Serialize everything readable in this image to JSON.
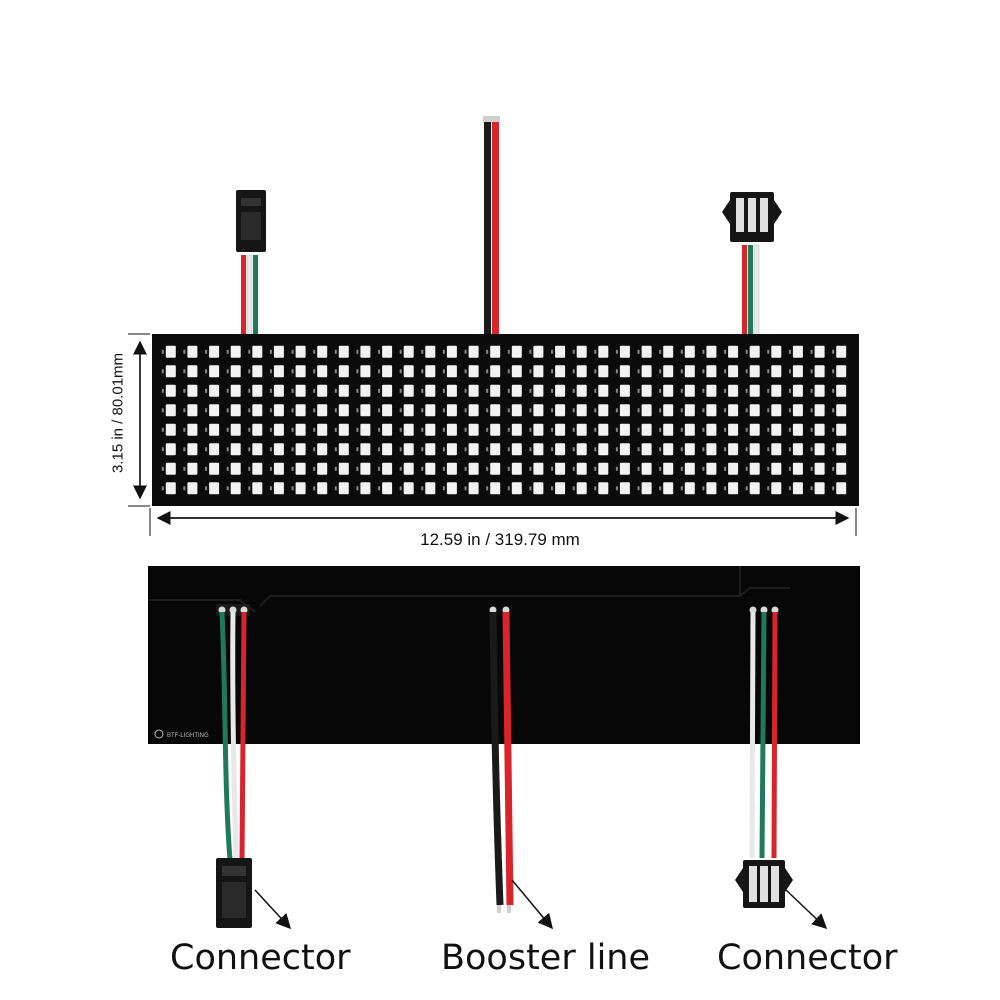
{
  "dimensions": {
    "width_label": "12.59 in / 319.79 mm",
    "height_label": "3.15 in / 80.01mm"
  },
  "matrix": {
    "columns": 32,
    "rows": 8
  },
  "back_panel": {
    "brand": "BTF-LIGHTING"
  },
  "labels": {
    "left": "Connector",
    "middle": "Booster line",
    "right": "Connector"
  },
  "colors": {
    "panel": "#0b0b0b",
    "led": "#f2f2f2",
    "wire_red": "#d8242a",
    "wire_green": "#1f7a5c",
    "wire_white": "#e8e8e8",
    "wire_black": "#1a1a1a"
  }
}
